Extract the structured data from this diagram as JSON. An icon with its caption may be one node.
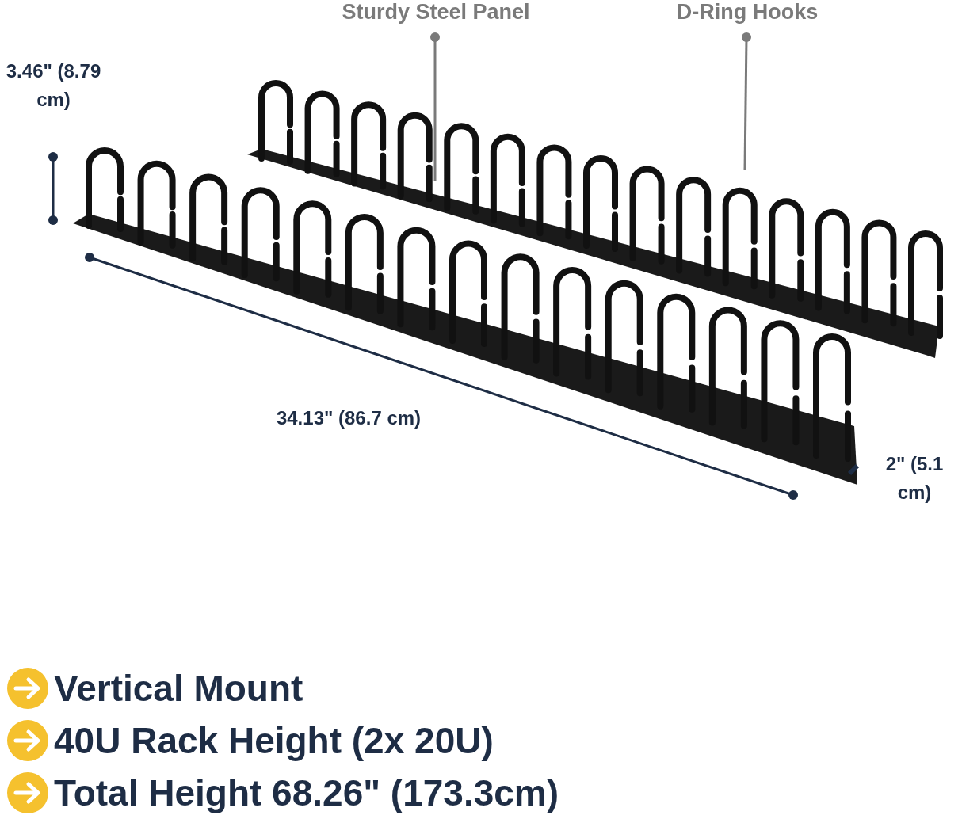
{
  "diagram": {
    "nodes": [
      {
        "text": [
          "Sturdy Steel Panel"
        ]
      },
      {
        "text": [
          "D-Ring Hooks"
        ]
      }
    ],
    "edges": [
      {
        "from": 0,
        "to": null,
        "arrow": "other"
      },
      {
        "from": 1,
        "to": null,
        "arrow": "other"
      }
    ],
    "labels": [
      "3.46\" (8.79 cm)",
      "34.13\" (86.7 cm)",
      "2\" (5.1 cm)",
      "Vertical Mount",
      "40U Rack Height (2x 20U)",
      "Total Height 68.26\" (173.3cm)"
    ]
  }
}
